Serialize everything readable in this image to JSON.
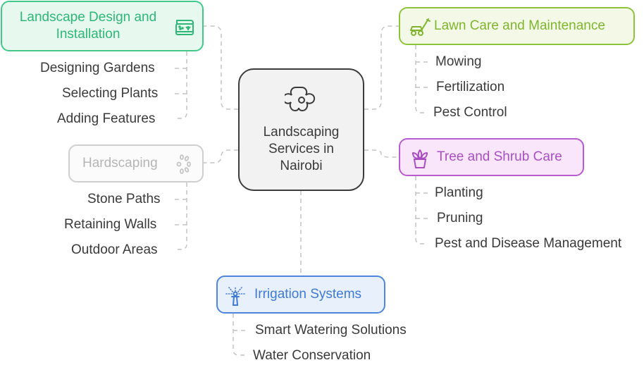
{
  "diagram": {
    "type": "mind-map",
    "center": {
      "label": "Landscaping Services in Nairobi",
      "lines": [
        "Landscaping",
        "Services in",
        "Nairobi"
      ],
      "icon": "flower-icon"
    },
    "branches": [
      {
        "id": "landscape-design",
        "label": "Landscape Design and Installation",
        "lines": [
          "Landscape Design and",
          "Installation"
        ],
        "icon": "garden-bed-icon",
        "color": "#2eb877",
        "children": [
          "Designing Gardens",
          "Selecting Plants",
          "Adding Features"
        ]
      },
      {
        "id": "lawn-care",
        "label": "Lawn Care and Maintenance",
        "icon": "lawn-mower-icon",
        "color": "#7fb52d",
        "children": [
          "Mowing",
          "Fertilization",
          "Pest Control"
        ]
      },
      {
        "id": "hardscaping",
        "label": "Hardscaping",
        "icon": "loading-spinner-icon",
        "color": "#b5b5b5",
        "children": [
          "Stone Paths",
          "Retaining Walls",
          "Outdoor Areas"
        ]
      },
      {
        "id": "tree-shrub",
        "label": "Tree and Shrub Care",
        "icon": "potted-plant-icon",
        "color": "#a94fc3",
        "children": [
          "Planting",
          "Pruning",
          "Pest and Disease Management"
        ]
      },
      {
        "id": "irrigation",
        "label": "Irrigation Systems",
        "icon": "sprinkler-icon",
        "color": "#3f7ad6",
        "children": [
          "Smart Watering Solutions",
          "Water Conservation"
        ]
      }
    ]
  }
}
